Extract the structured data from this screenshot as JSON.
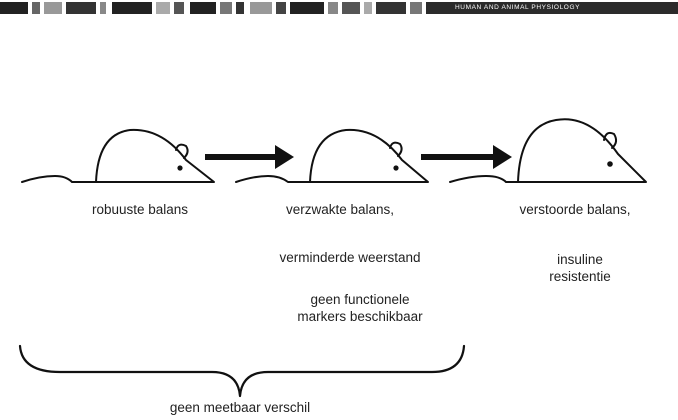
{
  "header": {
    "text": "HUMAN AND ANIMAL PHYSIOLOGY"
  },
  "stages": [
    {
      "label": "robuuste balans",
      "notes": []
    },
    {
      "label": "verzwakte balans,",
      "notes": [
        "verminderde weerstand",
        "geen functionele markers beschikbaar"
      ]
    },
    {
      "label": "verstoorde balans,",
      "notes": [
        "insuline resistentie"
      ]
    }
  ],
  "brace_label": "geen meetbaar verschil",
  "icons": [
    "mouse-icon",
    "arrow-right-icon",
    "mouse-icon",
    "arrow-right-icon",
    "mouse-icon",
    "curly-brace"
  ]
}
